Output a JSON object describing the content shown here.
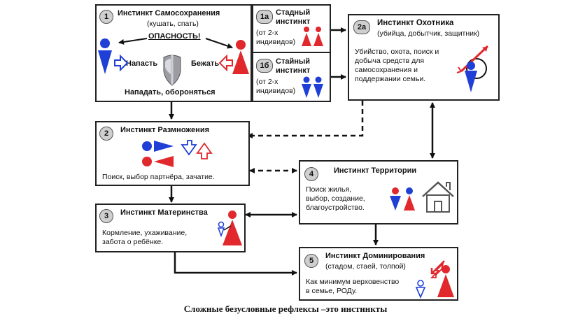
{
  "colors": {
    "red": "#e0282d",
    "blue": "#1f3fd6",
    "badge": "#cfcfcf",
    "outline": "#222222"
  },
  "box1": {
    "number": "1",
    "title": "Инстинкт Самосохранения",
    "subtitle": "(кушать, спать)",
    "danger": "ОПАСНОСТЬ!",
    "attack": "Напасть",
    "flee": "Бежать",
    "bottom": "Нападать, обороняться",
    "icons": [
      "person-male-icon",
      "person-female-icon",
      "shield-icon",
      "arrow-right-icon",
      "arrow-left-icon"
    ]
  },
  "box1a": {
    "number": "1а",
    "title_line1": "Стадный",
    "title_line2": "инстинкт",
    "text_line1": "(от 2-х",
    "text_line2": "индивидов)"
  },
  "box1b": {
    "number": "1б",
    "title_line1": "Стайный",
    "title_line2": "инстинкт",
    "text_line1": "(от 2-х",
    "text_line2": "индивидов)"
  },
  "box2a": {
    "number": "2а",
    "title": "Инстинкт Охотника",
    "subtitle": "(убийца, добытчик, защитник)",
    "text_line1": "Убийство, охота, поиск и",
    "text_line2": "добыча средств для",
    "text_line3": "самосохранения и",
    "text_line4": "поддержании семьи."
  },
  "box2": {
    "number": "2",
    "title": "Инстинкт Размножения",
    "text": "Поиск, выбор партнёра, зачатие."
  },
  "box3": {
    "number": "3",
    "title": "Инстинкт Материнства",
    "text_line1": "Кормление, ухаживание,",
    "text_line2": "забота о ребёнке."
  },
  "box4": {
    "number": "4",
    "title": "Инстинкт Территории",
    "text_line1": "Поиск жилья,",
    "text_line2": "выбор, создание,",
    "text_line3": "благоустройство.",
    "icons": [
      "house-icon"
    ]
  },
  "box5": {
    "number": "5",
    "title": "Инстинкт Доминирования",
    "subtitle": "(стадом, стаей, толпой)",
    "text_line1": "Как минимум верховенство",
    "text_line2": "в семье, РОДу."
  },
  "caption": "Сложные безусловные рефлексы –это инстинкты"
}
